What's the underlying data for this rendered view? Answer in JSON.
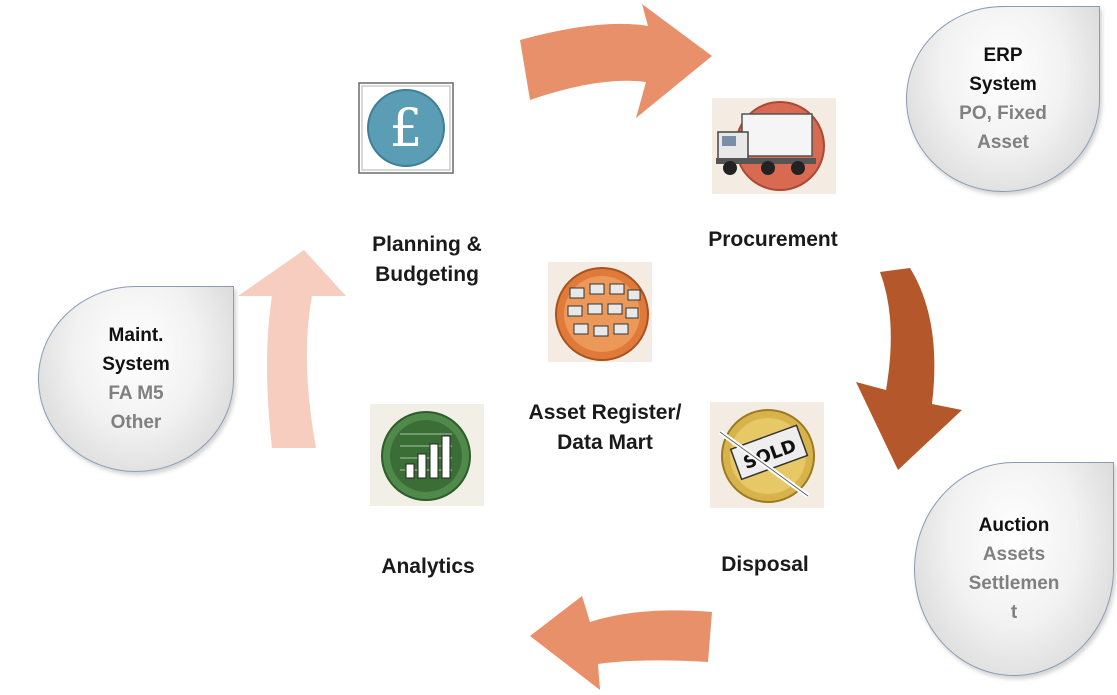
{
  "stages": {
    "planning": {
      "label": "Planning &\nBudgeting",
      "icon": "pound-sterling-icon"
    },
    "procurement": {
      "label": "Procurement",
      "icon": "truck-icon"
    },
    "register": {
      "label": "Asset Register/\nData Mart",
      "icon": "vehicle-fleet-icon"
    },
    "disposal": {
      "label": "Disposal",
      "icon": "sold-sign-icon"
    },
    "analytics": {
      "label": "Analytics",
      "icon": "bar-chart-icon"
    }
  },
  "systems": {
    "erp": {
      "title": "ERP\nSystem",
      "detail": "PO, Fixed\nAsset"
    },
    "maint": {
      "title": "Maint.\nSystem",
      "detail": "FA M5\nOther"
    },
    "auction": {
      "title": "Auction",
      "detail": "Assets\nSettlemen\nt"
    }
  },
  "colors": {
    "arrow_light_orange": "#e8906a",
    "arrow_dark_brown": "#b4572a",
    "arrow_pale_pink": "#f6cdbf",
    "bubble_border": "#8a9cb4",
    "bubble_detail_text": "#808080"
  }
}
